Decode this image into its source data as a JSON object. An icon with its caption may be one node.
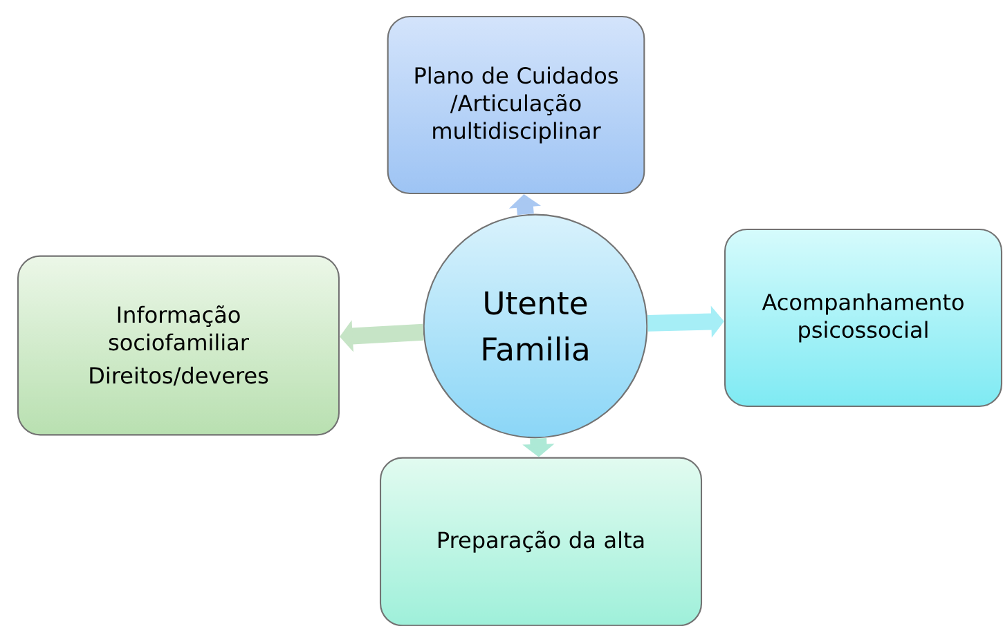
{
  "diagram": {
    "nodes": [
      {
        "text": [
          "Utente",
          "Familia"
        ]
      },
      {
        "text": [
          "Plano de Cuidados /Articulação multidisciplinar"
        ]
      },
      {
        "text": [
          "Acompanhamento psicossocial"
        ]
      },
      {
        "text": [
          "Preparação da alta"
        ]
      },
      {
        "text": [
          "Informação sociofamiliar",
          "Direitos/deveres"
        ]
      }
    ],
    "edges": [
      {
        "from": 0,
        "to": 1,
        "arrow": "to",
        "color": "#a9c8f2"
      },
      {
        "from": 0,
        "to": 2,
        "arrow": "to",
        "color": "#a6eef6"
      },
      {
        "from": 0,
        "to": 3,
        "arrow": "to",
        "color": "#ade9d6"
      },
      {
        "from": 0,
        "to": 4,
        "arrow": "to",
        "color": "#c6e4c6"
      }
    ]
  }
}
